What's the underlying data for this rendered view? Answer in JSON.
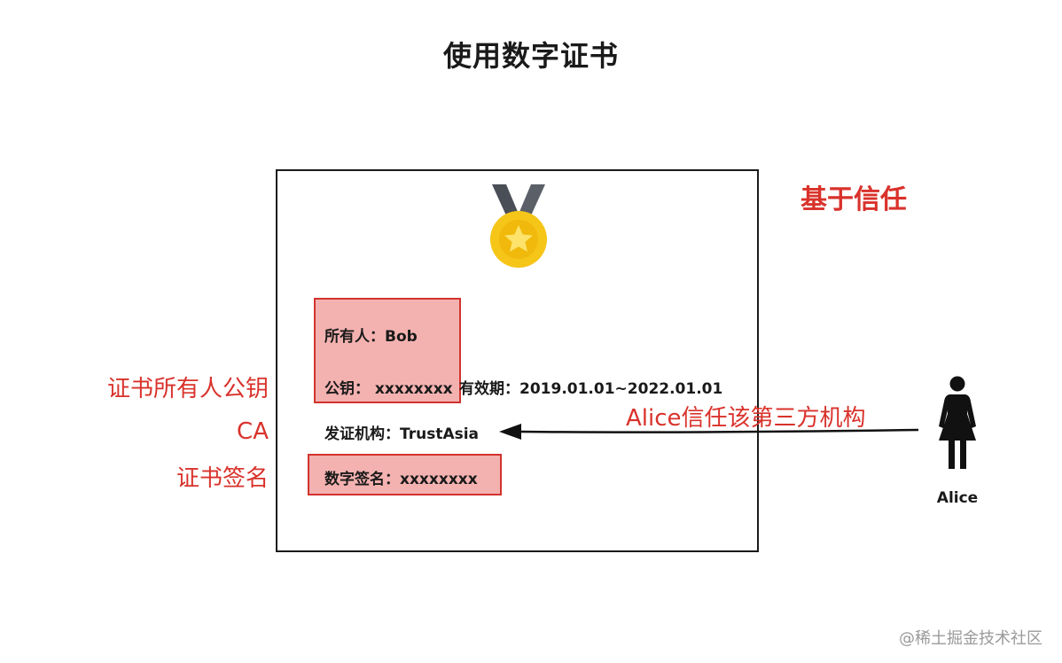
{
  "title": "使用数字证书",
  "trust_label": "基于信任",
  "certificate": {
    "owner": "所有人：Bob",
    "public_key": "公钥：  xxxxxxxx",
    "validity": "有效期：2019.01.01~2022.01.01",
    "issuer": "发证机构：TrustAsia",
    "signature": "数字签名：xxxxxxxx"
  },
  "side_labels": {
    "owner_public_key": "证书所有人公钥",
    "ca": "CA",
    "signature": "证书签名"
  },
  "arrow_label": "Alice信任该第三方机构",
  "person": {
    "name": "Alice",
    "icon": "woman-person-icon"
  },
  "watermark": "@稀土掘金技术社区",
  "colors": {
    "accent_red": "#d9322b",
    "highlight_fill": "#f3b2b0",
    "highlight_border": "#d2332e",
    "medal_gold": "#f5c518",
    "ribbon": "#4a4f57"
  }
}
